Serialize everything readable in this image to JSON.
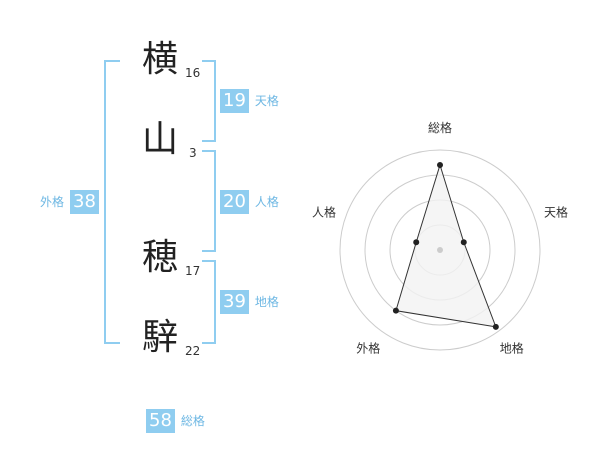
{
  "name": {
    "chars": [
      {
        "char": "横",
        "strokes": "16"
      },
      {
        "char": "山",
        "strokes": "3"
      },
      {
        "char": "穂",
        "strokes": "17"
      },
      {
        "char": "騂",
        "strokes": "22"
      }
    ]
  },
  "scores": {
    "tenkaku": {
      "value": "19",
      "label": "天格"
    },
    "jinkaku": {
      "value": "20",
      "label": "人格"
    },
    "chikaku": {
      "value": "39",
      "label": "地格"
    },
    "gaikaku": {
      "value": "38",
      "label": "外格"
    },
    "soukaku": {
      "value": "58",
      "label": "総格"
    }
  },
  "chart_data": {
    "type": "radar",
    "axes": [
      "総格",
      "天格",
      "地格",
      "外格",
      "人格"
    ],
    "values": [
      0.85,
      0.25,
      0.95,
      0.75,
      0.25
    ],
    "range": [
      0,
      1
    ],
    "rings": 4,
    "colors": {
      "fill": "#f2f2f2",
      "line": "#333333",
      "grid": "#cccccc",
      "point": "#222222",
      "center": "#cccccc"
    }
  },
  "colors": {
    "accent": "#8fcdf0",
    "label": "#6db7e3"
  }
}
